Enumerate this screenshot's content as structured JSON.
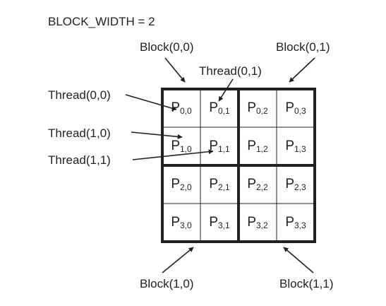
{
  "title": "BLOCK_WIDTH = 2",
  "block_labels": [
    "Block(0,0)",
    "Block(0,1)",
    "Block(1,0)",
    "Block(1,1)"
  ],
  "thread_labels": [
    "Thread(0,0)",
    "Thread(0,1)",
    "Thread(1,0)",
    "Thread(1,1)"
  ],
  "matrix": [
    [
      {
        "base": "P",
        "sub": "0,0"
      },
      {
        "base": "P",
        "sub": "0,1"
      },
      {
        "base": "P",
        "sub": "0,2"
      },
      {
        "base": "P",
        "sub": "0,3"
      }
    ],
    [
      {
        "base": "P",
        "sub": "1,0"
      },
      {
        "base": "P",
        "sub": "1,1"
      },
      {
        "base": "P",
        "sub": "1,2"
      },
      {
        "base": "P",
        "sub": "1,3"
      }
    ],
    [
      {
        "base": "P",
        "sub": "2,0"
      },
      {
        "base": "P",
        "sub": "2,1"
      },
      {
        "base": "P",
        "sub": "2,2"
      },
      {
        "base": "P",
        "sub": "2,3"
      }
    ],
    [
      {
        "base": "P",
        "sub": "3,0"
      },
      {
        "base": "P",
        "sub": "3,1"
      },
      {
        "base": "P",
        "sub": "3,2"
      },
      {
        "base": "P",
        "sub": "3,3"
      }
    ]
  ]
}
